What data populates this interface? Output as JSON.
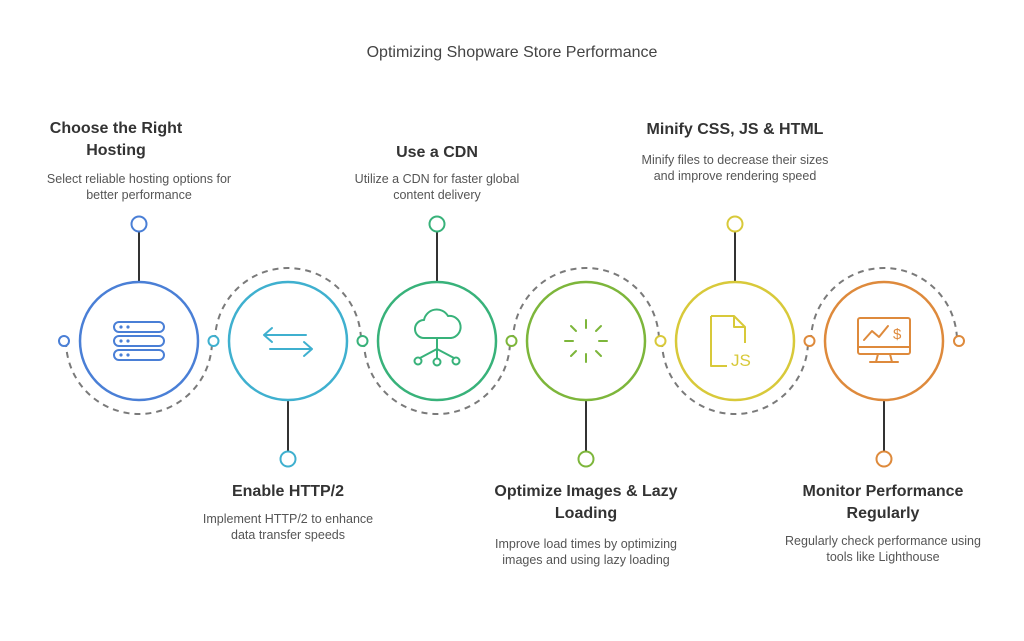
{
  "title": "Optimizing Shopware Store Performance",
  "steps": [
    {
      "heading": "Choose the Right Hosting",
      "description": "Select reliable hosting options for better performance",
      "icon": "server-icon",
      "color": "#4a7fd6"
    },
    {
      "heading": "Enable HTTP/2",
      "description": "Implement HTTP/2 to enhance data transfer speeds",
      "icon": "arrows-exchange-icon",
      "color": "#3fb0cf"
    },
    {
      "heading": "Use a CDN",
      "description": "Utilize a CDN for faster global content delivery",
      "icon": "cloud-network-icon",
      "color": "#38b27a"
    },
    {
      "heading": "Optimize Images & Lazy Loading",
      "description": "Improve load times by optimizing images and using lazy loading",
      "icon": "loading-spinner-icon",
      "color": "#7db63b"
    },
    {
      "heading": "Minify CSS, JS & HTML",
      "description": "Minify files to decrease their sizes and improve rendering speed",
      "icon": "js-file-icon",
      "color": "#d8c93a"
    },
    {
      "heading": "Monitor Performance Regularly",
      "description": "Regularly check performance using tools like Lighthouse",
      "icon": "monitor-chart-icon",
      "color": "#de8a3c"
    }
  ]
}
